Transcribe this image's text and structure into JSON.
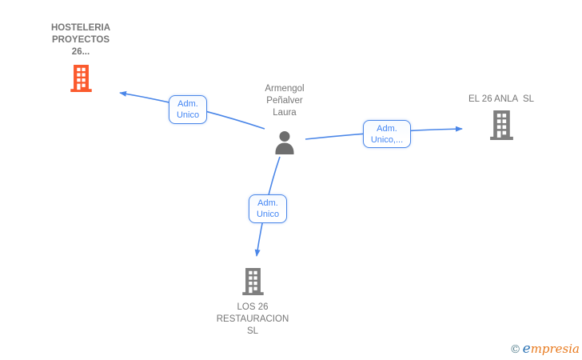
{
  "colors": {
    "edge_blue": "#4a86e8",
    "edge_label_text": "#4285f4",
    "company_highlight_orange": "#fb5a2d",
    "company_gray": "#7f7f7f",
    "person_gray": "#6e6e6e",
    "node_text_gray": "#757575",
    "watermark_copyright": "#557f8d",
    "watermark_e_blue": "#2e75b5",
    "watermark_rest_orange": "#e87a1e"
  },
  "nodes": {
    "person": {
      "line1": "Armengol",
      "line2": "Peñalver",
      "line3": "Laura"
    },
    "hosteleria": {
      "line1": "HOSTELERIA",
      "line2": "PROYECTOS",
      "line3": "26..."
    },
    "el26anla": {
      "line1": "EL 26 ANLA  SL"
    },
    "los26": {
      "line1": "LOS 26",
      "line2": "RESTAURACION",
      "line3": "SL"
    }
  },
  "edges": {
    "to_hosteleria": {
      "line1": "Adm.",
      "line2": "Unico"
    },
    "to_el26anla": {
      "line1": "Adm.",
      "line2": "Unico,..."
    },
    "to_los26": {
      "line1": "Adm.",
      "line2": "Unico"
    }
  },
  "watermark": {
    "symbol": "©",
    "brand_first": "e",
    "brand_rest": "mpresia"
  }
}
